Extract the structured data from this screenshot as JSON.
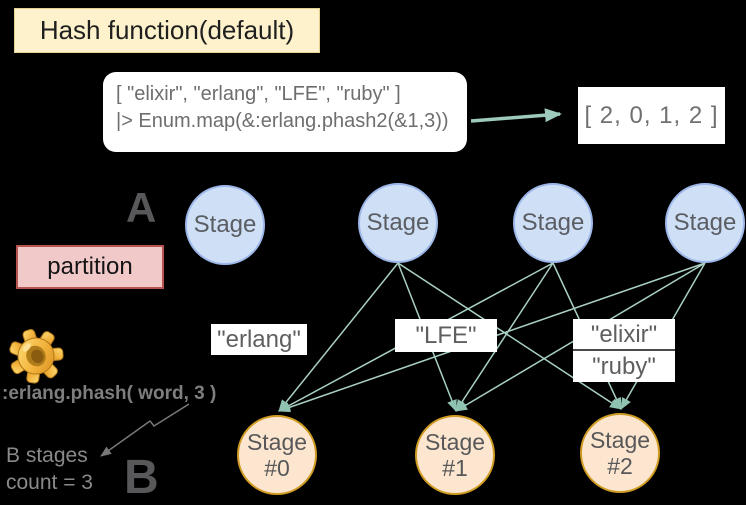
{
  "header": {
    "title": "Hash function(default)"
  },
  "code_box": {
    "line1": "[ \"elixir\", \"erlang\", \"LFE\", \"ruby\" ]",
    "line2": "|> Enum.map(&:erlang.phash2(&1,3))"
  },
  "result_box": {
    "value": "[ 2, 0, 1, 2 ]"
  },
  "section_a": {
    "letter": "A",
    "stages": [
      {
        "label": "Stage"
      },
      {
        "label": "Stage"
      },
      {
        "label": "Stage"
      },
      {
        "label": "Stage"
      }
    ]
  },
  "partition": {
    "label": "partition"
  },
  "hash_note": {
    "code": ":erlang.phash( word, 3 )",
    "annotation_line1": "B stages",
    "annotation_line2": "count = 3"
  },
  "section_b": {
    "letter": "B",
    "stages": [
      {
        "label": "Stage",
        "number": "#0"
      },
      {
        "label": "Stage",
        "number": "#1"
      },
      {
        "label": "Stage",
        "number": "#2"
      }
    ]
  },
  "word_labels": [
    "\"erlang\"",
    "\"LFE\"",
    "\"elixir\"",
    "\"ruby\""
  ],
  "connections": [
    {
      "from": "a1",
      "to": "b0"
    },
    {
      "from": "a1",
      "to": "b1"
    },
    {
      "from": "a1",
      "to": "b2"
    },
    {
      "from": "a2",
      "to": "b0"
    },
    {
      "from": "a2",
      "to": "b1"
    },
    {
      "from": "a2",
      "to": "b2"
    },
    {
      "from": "a3",
      "to": "b0"
    },
    {
      "from": "a3",
      "to": "b1"
    },
    {
      "from": "a3",
      "to": "b2"
    }
  ],
  "colors": {
    "background": "#000000",
    "header_bg": "#fdf2cb",
    "stage_a_fill": "#cfdff6",
    "stage_a_border": "#9db7e8",
    "stage_b_fill": "#fce6cf",
    "stage_b_border": "#cf9b22",
    "partition_bg": "#f2c9c9",
    "partition_border": "#b85450",
    "connection_line": "#a9d1c2",
    "result_arrow": "#9dcabc",
    "annotation_arrow": "#787878"
  }
}
